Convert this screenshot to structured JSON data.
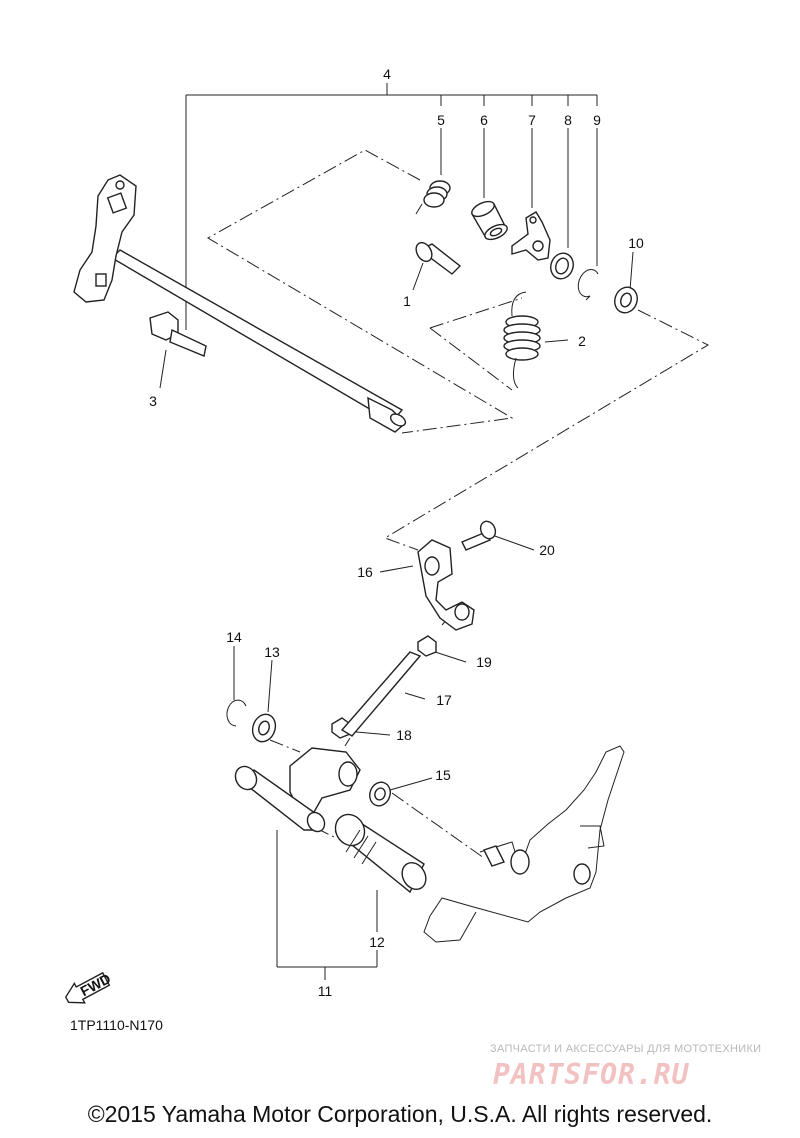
{
  "callouts": [
    "1",
    "2",
    "3",
    "4",
    "5",
    "6",
    "7",
    "8",
    "9",
    "10",
    "11",
    "12",
    "13",
    "14",
    "15",
    "16",
    "17",
    "18",
    "19",
    "20"
  ],
  "diagram_code": "1TP1110-N170",
  "fwd_label": "FWD",
  "watermark": {
    "tagline": "ЗАПЧАСТИ И АКСЕССУАРЫ ДЛЯ МОТОТЕХНИКИ",
    "brand": "PARTSFOR.RU"
  },
  "copyright": "©2015 Yamaha Motor Corporation, U.S.A. All rights reserved."
}
